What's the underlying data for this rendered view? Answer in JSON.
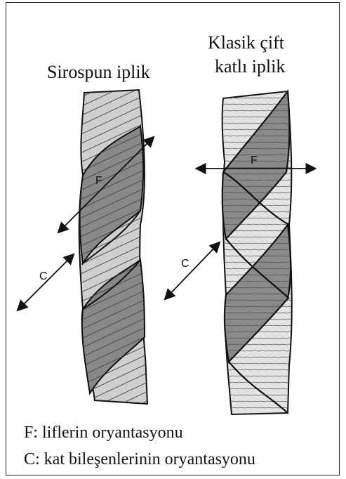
{
  "titles": {
    "left": "Sirospun iplik",
    "right_line1": "Klasik çift",
    "right_line2": "katlı iplik"
  },
  "markers": {
    "left_f": "F",
    "left_c": "C",
    "right_f": "F",
    "right_c": "C"
  },
  "legend": {
    "f": "F: liflerin oryantasyonu",
    "c": "C: kat bileşenlerinin oryantasyonu"
  }
}
